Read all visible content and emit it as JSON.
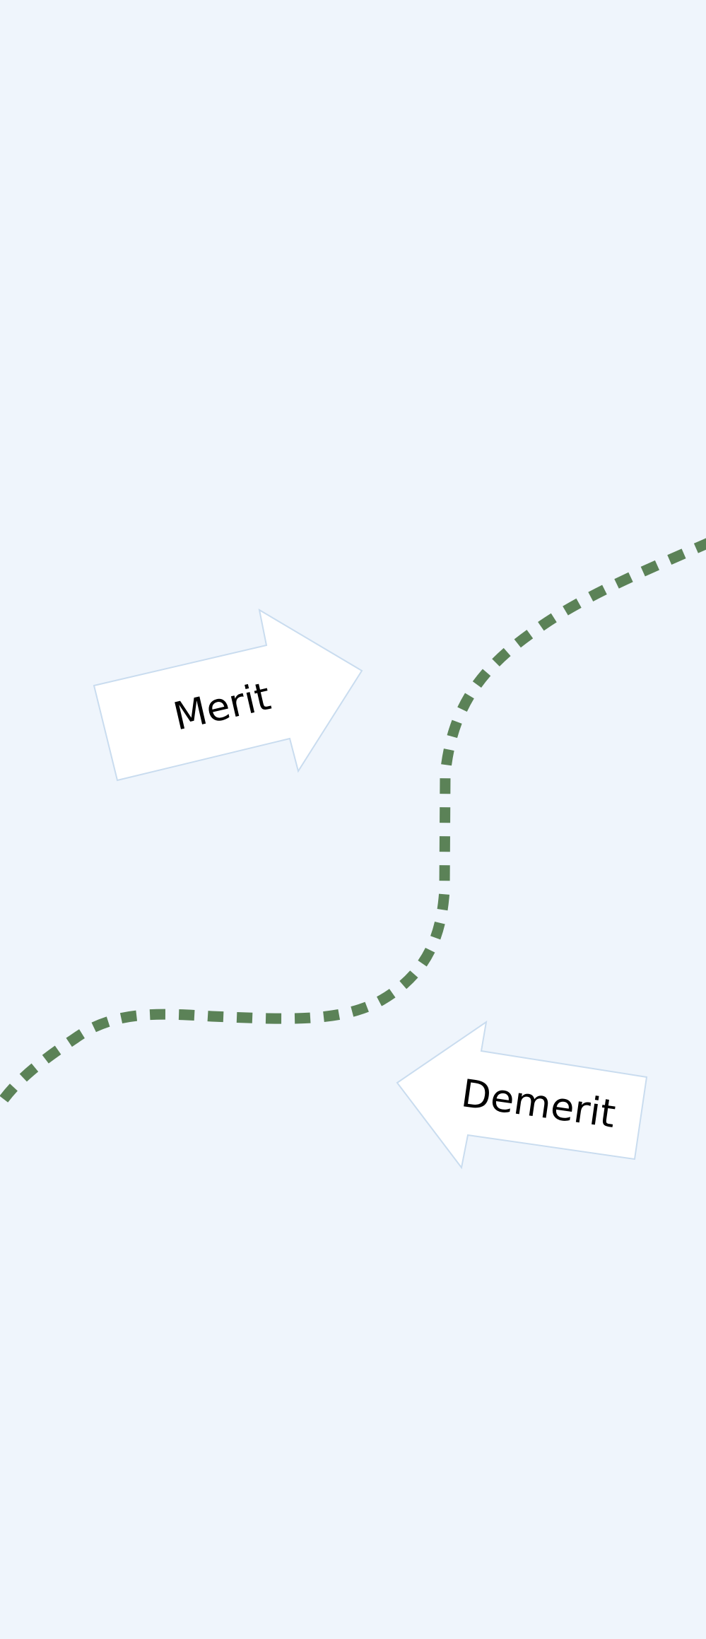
{
  "colors": {
    "background": "#eff5fc",
    "path": "#5b8257",
    "arrow_fill": "#ffffff",
    "arrow_stroke": "#c9dcef"
  },
  "arrows": {
    "merit": {
      "label": "Merit",
      "direction": "right"
    },
    "demerit": {
      "label": "Demerit",
      "direction": "left"
    }
  }
}
